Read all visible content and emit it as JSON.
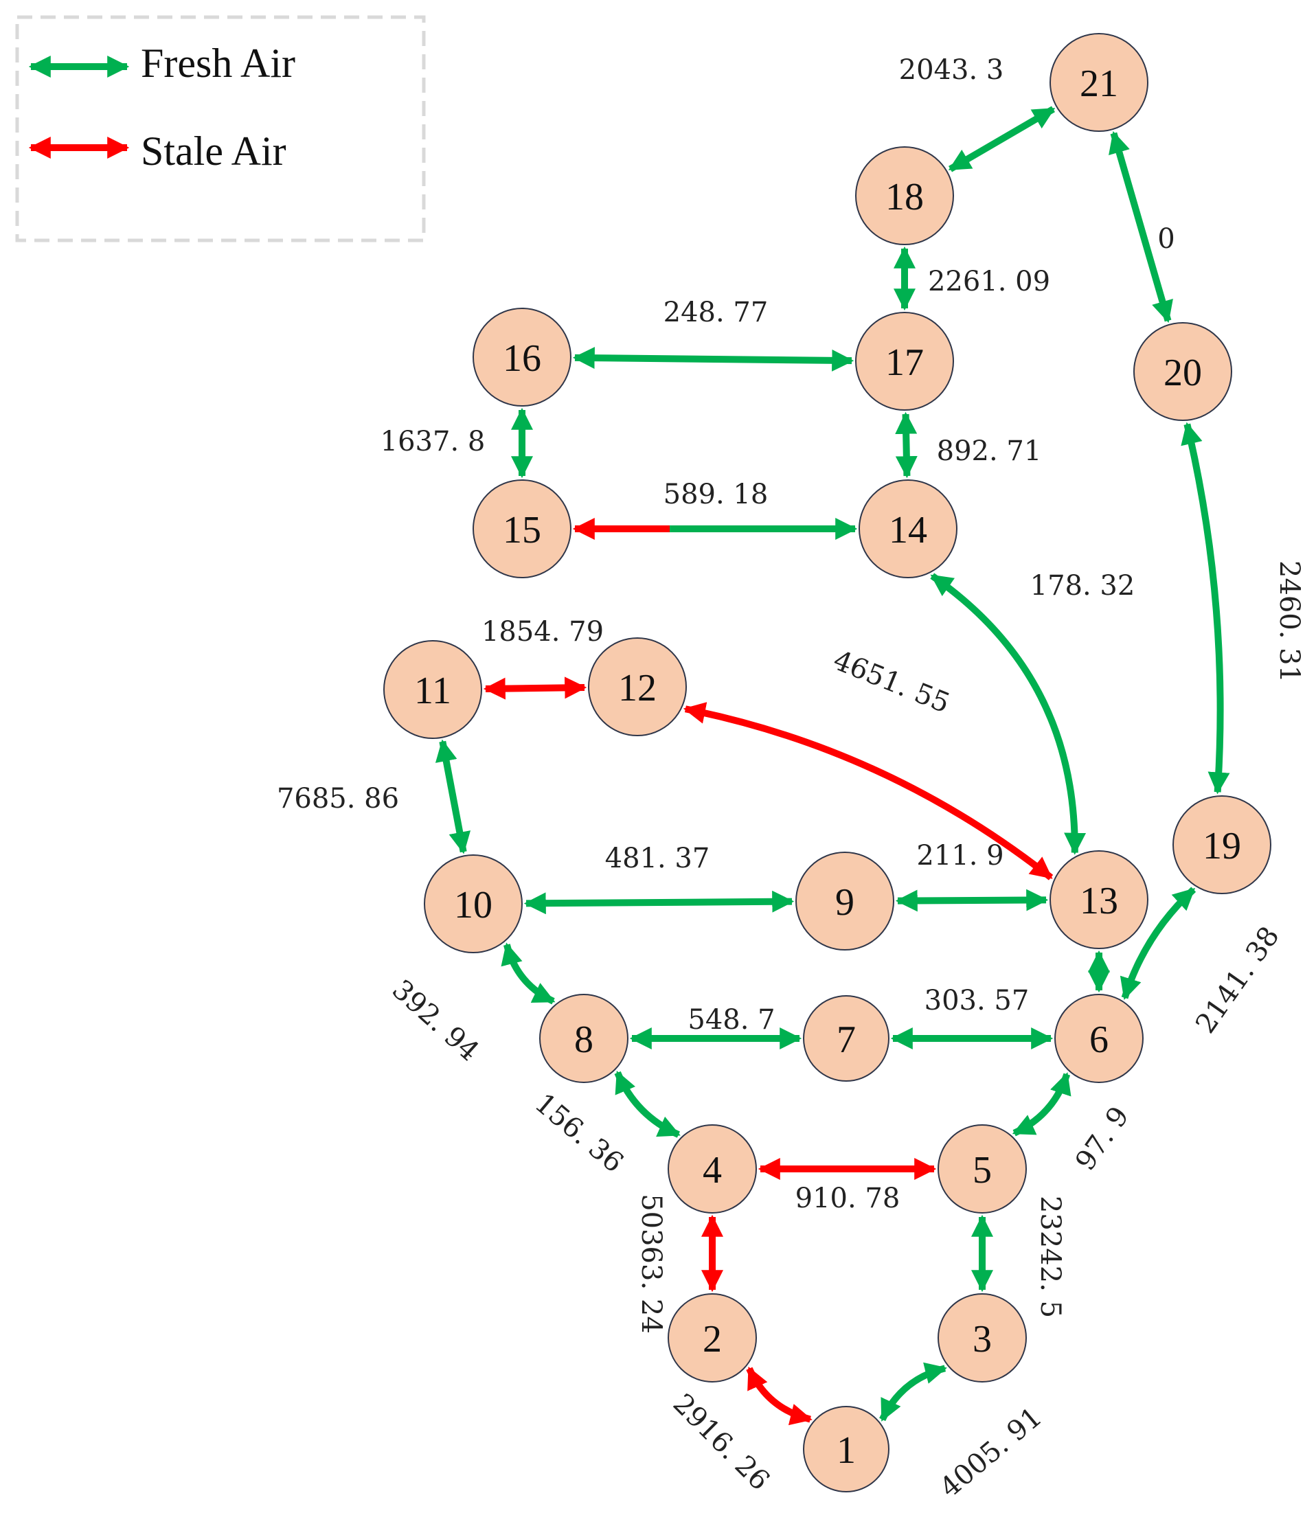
{
  "colors": {
    "fresh": "#00b050",
    "stale": "#ff0000",
    "node_fill": "#f8cbad",
    "node_stroke": "#2f3649"
  },
  "legend": {
    "fresh_label": "Fresh Air",
    "stale_label": "Stale Air"
  },
  "nodes": [
    {
      "id": "1"
    },
    {
      "id": "2"
    },
    {
      "id": "3"
    },
    {
      "id": "4"
    },
    {
      "id": "5"
    },
    {
      "id": "6"
    },
    {
      "id": "7"
    },
    {
      "id": "8"
    },
    {
      "id": "9"
    },
    {
      "id": "10"
    },
    {
      "id": "11"
    },
    {
      "id": "12"
    },
    {
      "id": "13"
    },
    {
      "id": "14"
    },
    {
      "id": "15"
    },
    {
      "id": "16"
    },
    {
      "id": "17"
    },
    {
      "id": "18"
    },
    {
      "id": "19"
    },
    {
      "id": "20"
    },
    {
      "id": "21"
    }
  ],
  "edges": [
    {
      "from": "21",
      "to": "18",
      "label": "2043. 3",
      "air": "fresh"
    },
    {
      "from": "21",
      "to": "20",
      "label": "0",
      "air": "fresh"
    },
    {
      "from": "18",
      "to": "17",
      "label": "2261. 09",
      "air": "fresh"
    },
    {
      "from": "16",
      "to": "17",
      "label": "248. 77",
      "air": "fresh"
    },
    {
      "from": "16",
      "to": "15",
      "label": "1637. 8",
      "air": "fresh"
    },
    {
      "from": "17",
      "to": "14",
      "label": "892. 71",
      "air": "fresh"
    },
    {
      "from": "15",
      "to": "14",
      "label": "589. 18",
      "air": "mixed"
    },
    {
      "from": "14",
      "to": "13",
      "label": "178. 32",
      "air": "fresh"
    },
    {
      "from": "20",
      "to": "19",
      "label": "2460. 31",
      "air": "fresh"
    },
    {
      "from": "11",
      "to": "12",
      "label": "1854. 79",
      "air": "stale"
    },
    {
      "from": "12",
      "to": "13",
      "label": "4651. 55",
      "air": "stale"
    },
    {
      "from": "11",
      "to": "10",
      "label": "7685. 86",
      "air": "fresh"
    },
    {
      "from": "10",
      "to": "9",
      "label": "481. 37",
      "air": "fresh"
    },
    {
      "from": "9",
      "to": "13",
      "label": "211. 9",
      "air": "fresh"
    },
    {
      "from": "13",
      "to": "6",
      "label": "",
      "air": "fresh"
    },
    {
      "from": "19",
      "to": "6",
      "label": "2141. 38",
      "air": "fresh"
    },
    {
      "from": "10",
      "to": "8",
      "label": "392. 94",
      "air": "fresh"
    },
    {
      "from": "8",
      "to": "7",
      "label": "548. 7",
      "air": "fresh"
    },
    {
      "from": "7",
      "to": "6",
      "label": "303. 57",
      "air": "fresh"
    },
    {
      "from": "8",
      "to": "4",
      "label": "156. 36",
      "air": "fresh"
    },
    {
      "from": "6",
      "to": "5",
      "label": "97. 9",
      "air": "fresh"
    },
    {
      "from": "4",
      "to": "5",
      "label": "910. 78",
      "air": "stale"
    },
    {
      "from": "4",
      "to": "2",
      "label": "50363. 24",
      "air": "stale"
    },
    {
      "from": "5",
      "to": "3",
      "label": "23242. 5",
      "air": "fresh"
    },
    {
      "from": "2",
      "to": "1",
      "label": "2916. 26",
      "air": "stale"
    },
    {
      "from": "3",
      "to": "1",
      "label": "4005. 91",
      "air": "fresh"
    }
  ]
}
